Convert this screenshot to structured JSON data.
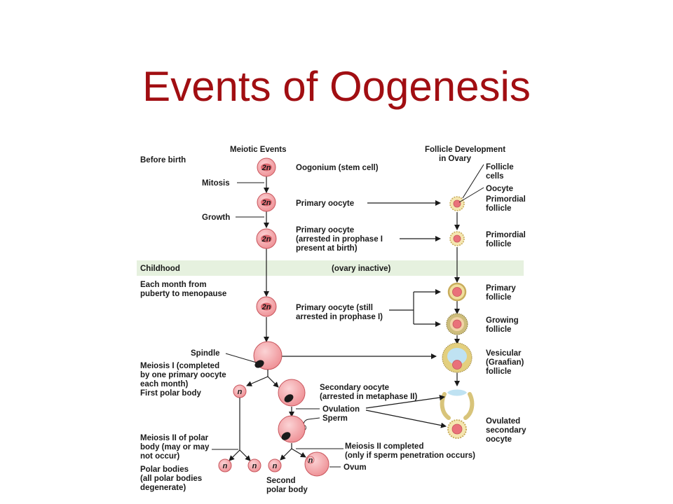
{
  "title": "Events of Oogenesis",
  "diagram": {
    "headers": {
      "meiotic": "Meiotic Events",
      "follicle_line1": "Follicle Development",
      "follicle_line2": "in Ovary"
    },
    "stages": {
      "before_birth": "Before birth",
      "childhood": "Childhood",
      "ovary_inactive": "(ovary inactive)",
      "each_month_line1": "Each month from",
      "each_month_line2": "puberty to menopause"
    },
    "process_labels": {
      "mitosis": "Mitosis",
      "growth": "Growth",
      "spindle": "Spindle",
      "meiosis1_line1": "Meiosis I (completed",
      "meiosis1_line2": "by one primary oocyte",
      "meiosis1_line3": "each month)",
      "first_polar_body": "First polar body",
      "meiosis2_polar_line1": "Meiosis II of polar",
      "meiosis2_polar_line2": "body (may or may",
      "meiosis2_polar_line3": "not occur)",
      "polar_bodies_line1": "Polar bodies",
      "polar_bodies_line2": "(all polar bodies",
      "polar_bodies_line3": "degenerate)",
      "second_polar_line1": "Second",
      "second_polar_line2": "polar body",
      "ovulation": "Ovulation",
      "sperm": "Sperm",
      "meiosis2_done_line1": "Meiosis II completed",
      "meiosis2_done_line2": "(only if sperm penetration occurs)",
      "ovum": "Ovum"
    },
    "cell_labels": {
      "oogonium": "Oogonium (stem cell)",
      "primary_oocyte": "Primary oocyte",
      "arrested_line1": "Primary oocyte",
      "arrested_line2": "(arrested in prophase I",
      "arrested_line3": "present at birth)",
      "still_line1": "Primary oocyte (still",
      "still_line2": "arrested in prophase I)",
      "secondary_line1": "Secondary oocyte",
      "secondary_line2": "(arrested in metaphase II)"
    },
    "follicle_labels": {
      "follicle_cells_line1": "Follicle",
      "follicle_cells_line2": "cells",
      "oocyte": "Oocyte",
      "primordial_line1": "Primordial",
      "primordial_line2": "follicle",
      "primary_line1": "Primary",
      "primary_line2": "follicle",
      "growing_line1": "Growing",
      "growing_line2": "follicle",
      "vesicular_line1": "Vesicular",
      "vesicular_line2": "(Graafian)",
      "vesicular_line3": "follicle",
      "ovulated_line1": "Ovulated",
      "ovulated_line2": "secondary",
      "ovulated_line3": "oocyte"
    },
    "ploidy": {
      "diploid": "2n",
      "haploid": "n"
    }
  },
  "colors": {
    "title": "#a10e12",
    "cell_fill": "#f2a3a6",
    "cell_stroke": "#c8555c",
    "band": "#e6f1df",
    "follicle_cells": "#d8c47a",
    "antrum": "#bfe2f2"
  }
}
